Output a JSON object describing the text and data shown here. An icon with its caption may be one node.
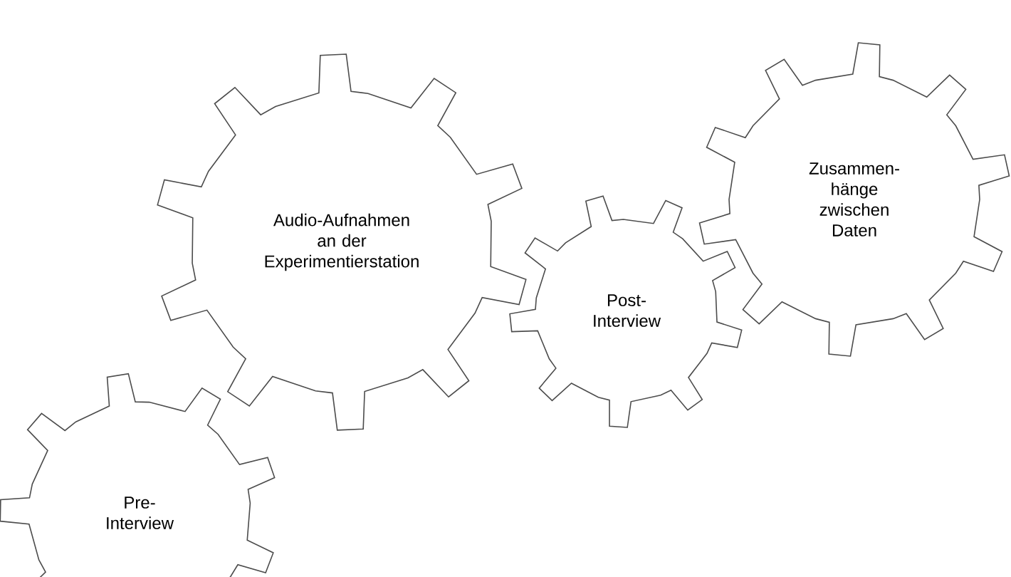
{
  "diagram": {
    "nodes": [
      {
        "text": [
          "Audio-Aufnahmen an der Experimentierstation"
        ]
      },
      {
        "text": [
          "Zusammen- hänge zwischen Daten"
        ]
      },
      {
        "text": [
          "Post- Interview"
        ]
      },
      {
        "text": [
          "Pre- Interview"
        ]
      }
    ]
  }
}
